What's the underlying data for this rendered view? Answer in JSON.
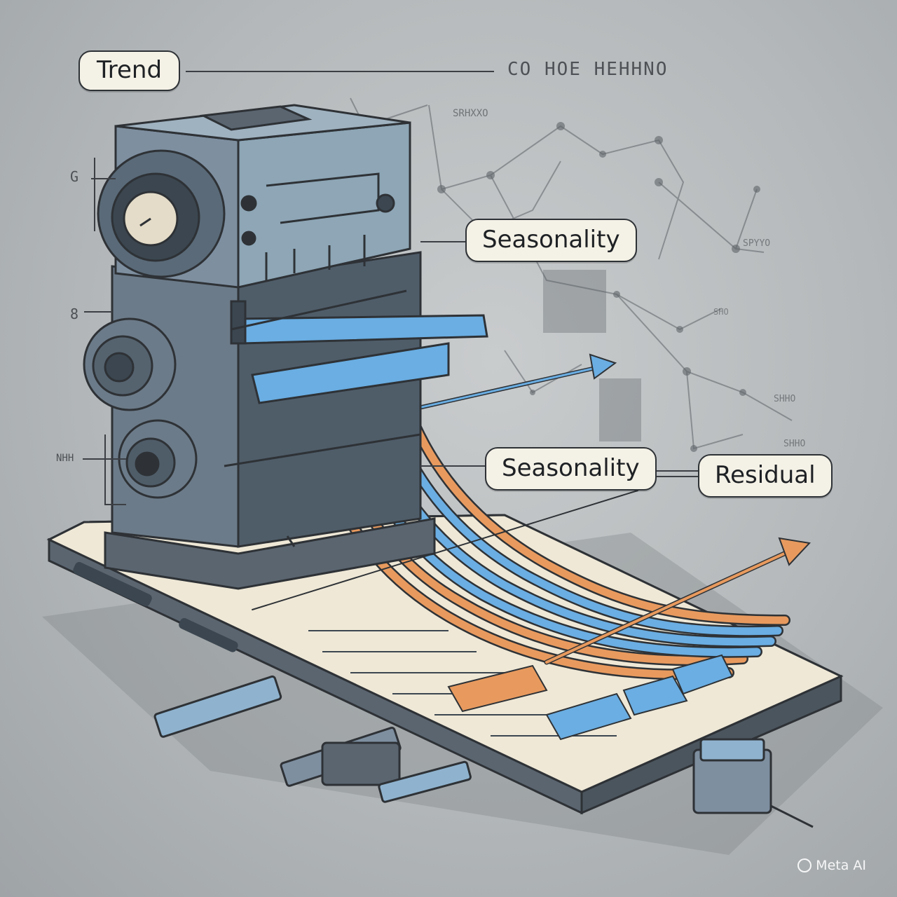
{
  "labels": {
    "trend": "Trend",
    "seasonality_upper": "Seasonality",
    "seasonality_lower": "Seasonality",
    "residual": "Residual"
  },
  "scribbles": {
    "top_right": "CO HOE HEHHNO",
    "small_1": "SRHXXO",
    "small_2": "SPYYO",
    "small_3": "SHHO",
    "small_4": "SHHO",
    "small_5": "SHO",
    "left_1": "G",
    "left_2": "8",
    "left_3": "NHH"
  },
  "watermark": {
    "text": "Meta AI"
  },
  "colors": {
    "background": "#b4b8ba",
    "machine_body": "#7e8fa0",
    "machine_dark": "#3b4650",
    "cable_blue": "#6aaee3",
    "cable_orange": "#e89a5e",
    "platform_top": "#efe8d6",
    "label_fill": "#f4f1e6",
    "outline": "#2e3236"
  }
}
